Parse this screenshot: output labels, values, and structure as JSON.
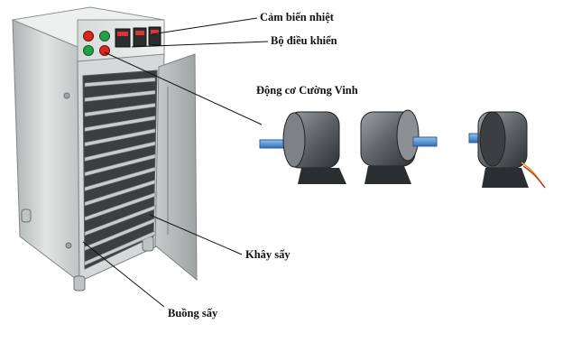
{
  "labels": {
    "sensor": "Cảm biến nhiệt",
    "controller": "Bộ điều khiển",
    "motor": "Động cơ Cường Vinh",
    "tray": "Khây sấy",
    "chamber": "Buồng sấy"
  },
  "colors": {
    "steel_light": "#e4e6e6",
    "steel_mid": "#c9cbcb",
    "steel_dark": "#8d9292",
    "motor_body": "#5e6366",
    "motor_shaft": "#4c8fd6",
    "button_red": "#d8271f",
    "button_green": "#23a04a"
  }
}
